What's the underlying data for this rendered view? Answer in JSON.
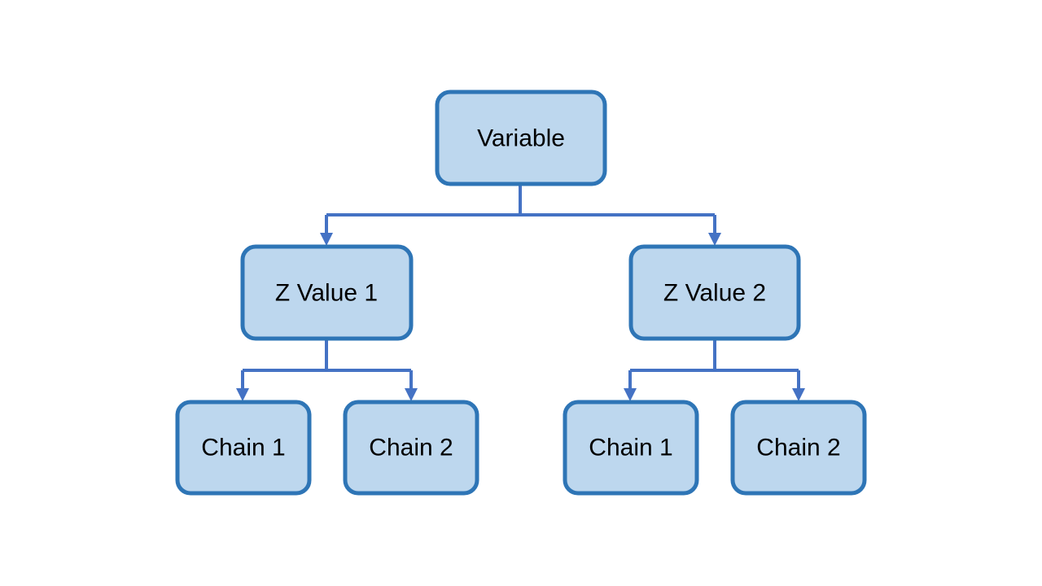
{
  "diagram": {
    "type": "tree",
    "root": {
      "label": "Variable",
      "children": [
        {
          "label": "Z Value 1",
          "children": [
            {
              "label": "Chain 1"
            },
            {
              "label": "Chain 2"
            }
          ]
        },
        {
          "label": "Z Value 2",
          "children": [
            {
              "label": "Chain 1"
            },
            {
              "label": "Chain 2"
            }
          ]
        }
      ]
    }
  },
  "colors": {
    "node_fill": "#bdd7ee",
    "node_border": "#2e75b6",
    "connector": "#4472c4",
    "text": "#000000"
  }
}
